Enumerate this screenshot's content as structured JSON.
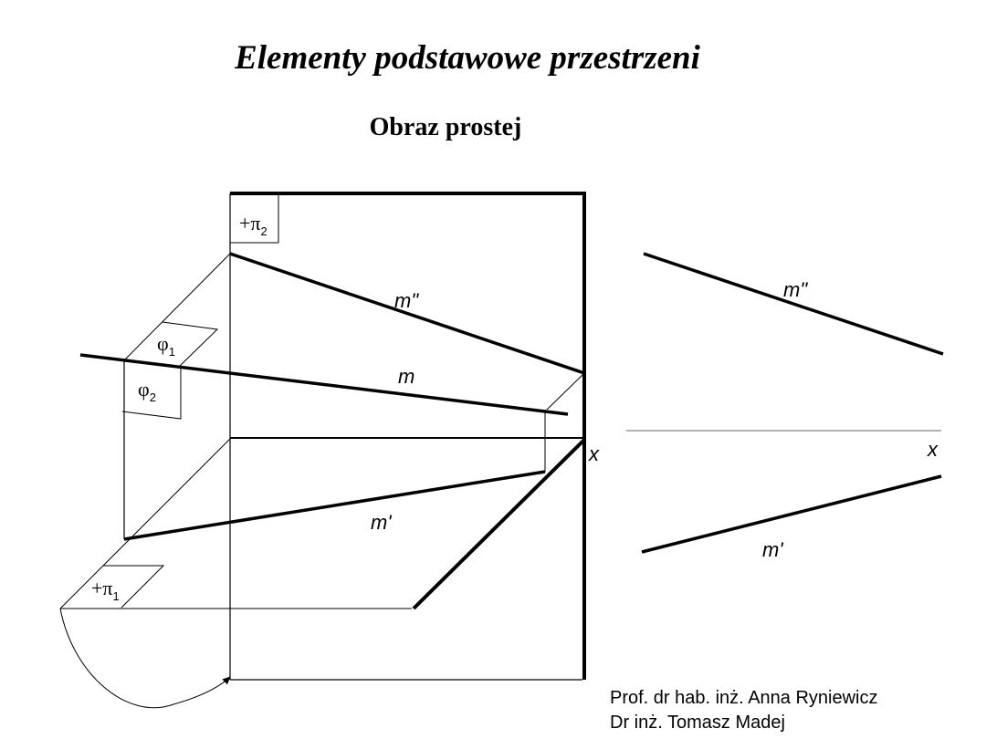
{
  "title": "Elementy podstawowe przestrzeni",
  "subtitle": "Obraz prostej",
  "diagram": {
    "plane2_label": "+π",
    "plane2_sub": "2",
    "plane1_label": "+π",
    "plane1_sub": "1",
    "phi1_label": "φ",
    "phi1_sub": "1",
    "phi2_label": "φ",
    "phi2_sub": "2",
    "line_m": "m",
    "line_m2": "m\"",
    "line_m1": "m'",
    "axis_x": "x"
  },
  "projection": {
    "line_m2": "m\"",
    "line_m1": "m'",
    "axis_x": "x"
  },
  "credits": {
    "author1": "Prof. dr hab. inż. Anna Ryniewicz",
    "author2": "Dr inż. Tomasz Madej"
  }
}
